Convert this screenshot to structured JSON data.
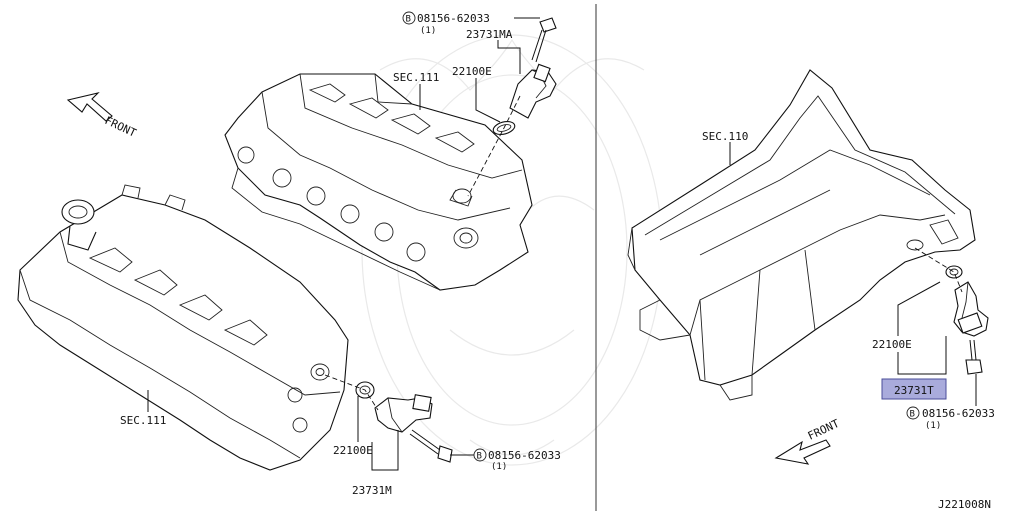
{
  "labels": {
    "sec111_top": "SEC.111",
    "sec111_bottom": "SEC.111",
    "sec110": "SEC.110",
    "front_left": "FRONT",
    "front_right": "FRONT",
    "part_23731MA": "23731MA",
    "part_23731M": "23731M",
    "part_23731T": "23731T",
    "part_22100E_top": "22100E",
    "part_22100E_bottom": "22100E",
    "part_22100E_right": "22100E",
    "bolt_top": "08156-62033",
    "bolt_top_qty": "(1)",
    "bolt_bottom": "08156-62033",
    "bolt_bottom_qty": "(1)",
    "bolt_right": "08156-62033",
    "bolt_right_qty": "(1)",
    "bolt_marker": "B",
    "diagram_id": "J221008N"
  },
  "colors": {
    "line": "#111111",
    "highlight_fill": "#a9abdc",
    "highlight_stroke": "#4a4e9a",
    "watermark": "#e9e9e9"
  }
}
